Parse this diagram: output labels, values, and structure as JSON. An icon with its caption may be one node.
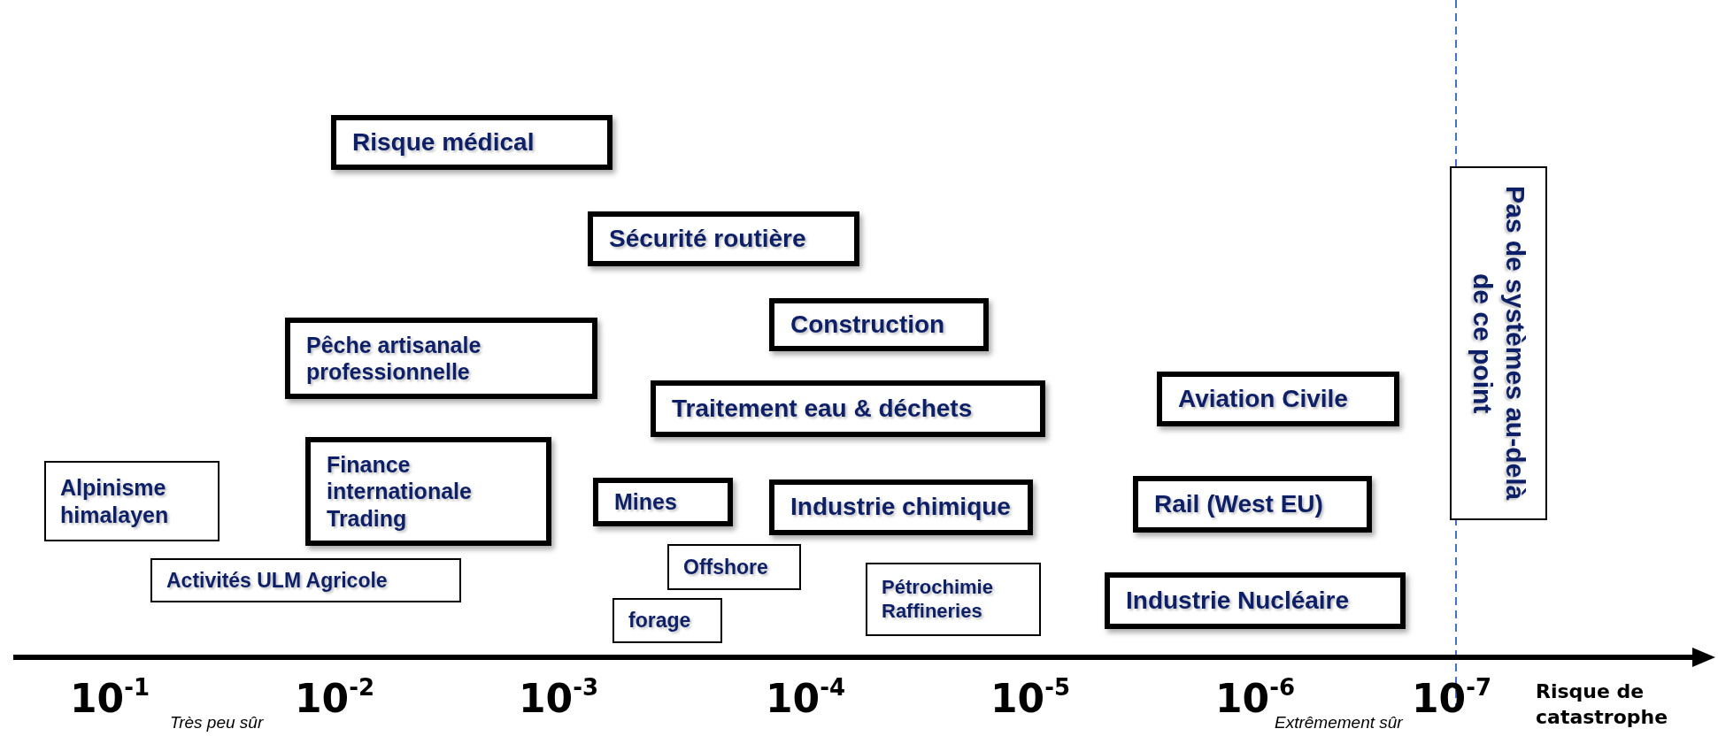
{
  "diagram": {
    "nodes": [
      {
        "text": [
          "Risque médical"
        ]
      },
      {
        "text": [
          "Sécurité routière"
        ]
      },
      {
        "text": [
          "Pas de systèmes au-delà de ce point"
        ]
      },
      {
        "text": [
          "Construction"
        ]
      },
      {
        "text": [
          "Pêche artisanale professionnelle"
        ]
      },
      {
        "text": [
          "Traitement eau & déchets"
        ]
      },
      {
        "text": [
          "Aviation Civile"
        ]
      },
      {
        "text": [
          "Finance internationale Trading"
        ]
      },
      {
        "text": [
          "Alpinisme himalayen"
        ]
      },
      {
        "text": [
          "Mines"
        ]
      },
      {
        "text": [
          "Industrie chimique"
        ]
      },
      {
        "text": [
          "Rail (West EU)"
        ]
      },
      {
        "text": [
          "Activités ULM Agricole"
        ]
      },
      {
        "text": [
          "Offshore"
        ]
      },
      {
        "text": [
          "Pétrochimie Raffineries"
        ]
      },
      {
        "text": [
          "Industrie Nucléaire"
        ]
      },
      {
        "text": [
          "forage"
        ]
      }
    ],
    "labels": [
      "10$^{-1}$",
      "10$^{-2}$",
      "10$^{-3}$",
      "10$^{-4}$",
      "10$^{-5}$",
      "10$^{-6}$",
      "10$^{-7}$",
      "Risque de catastrophe",
      "Très peu sûr",
      "Extrêmement sûr"
    ]
  }
}
